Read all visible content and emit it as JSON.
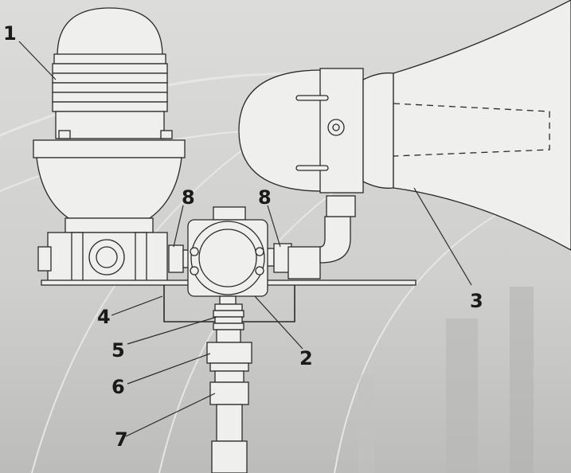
{
  "diagram": {
    "callouts": [
      {
        "id": "c1",
        "text": "1"
      },
      {
        "id": "c2",
        "text": "2"
      },
      {
        "id": "c3",
        "text": "3"
      },
      {
        "id": "c4",
        "text": "4"
      },
      {
        "id": "c5",
        "text": "5"
      },
      {
        "id": "c6",
        "text": "6"
      },
      {
        "id": "c7",
        "text": "7"
      },
      {
        "id": "c8a",
        "text": "8"
      },
      {
        "id": "c8b",
        "text": "8"
      }
    ]
  },
  "colors": {
    "background": "#d4d4d2",
    "line": "#2a2a2a",
    "part_fill": "#efefed",
    "label": "#1a1a1a"
  }
}
